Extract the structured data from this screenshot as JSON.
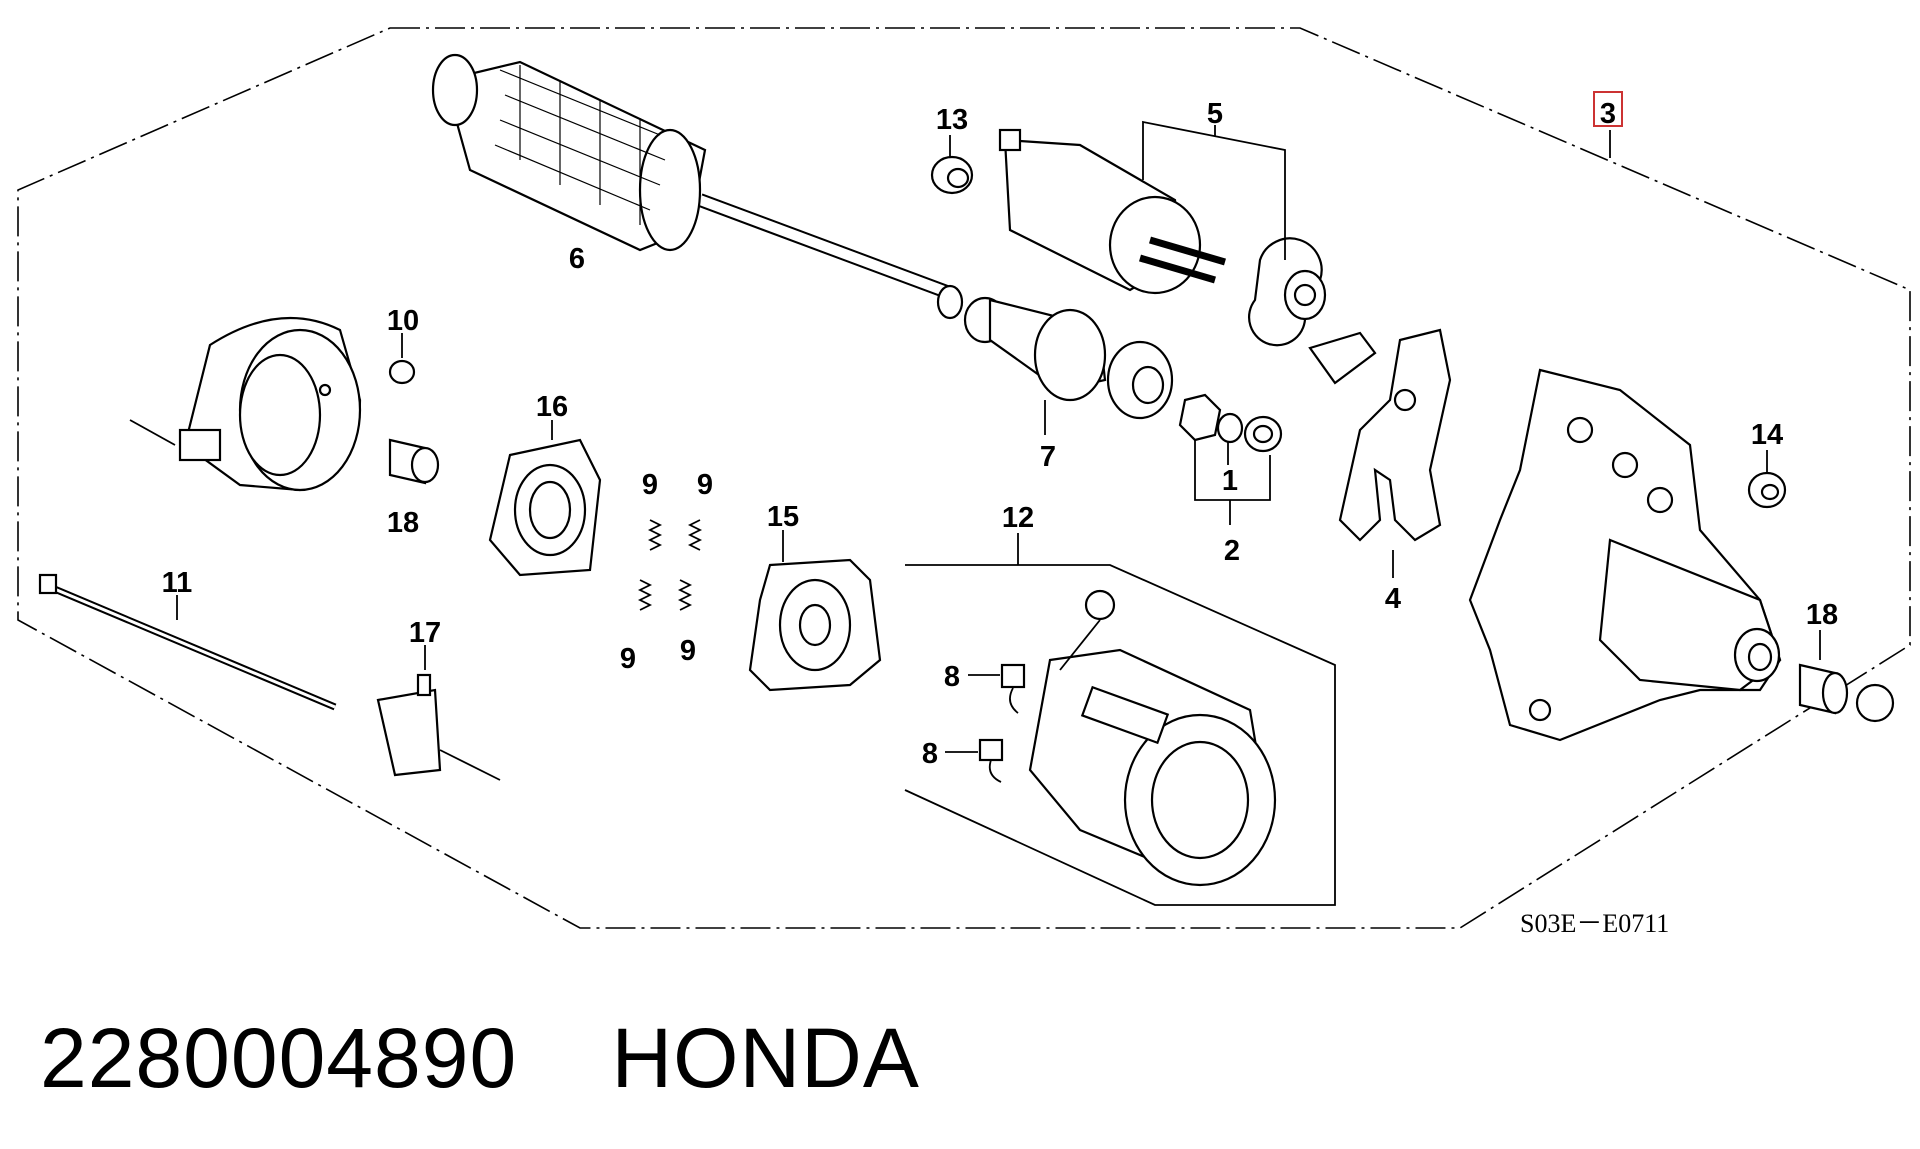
{
  "diagram_code": "S03E－E0711",
  "highlight_color": "#cc3333",
  "callouts": {
    "c1": "1",
    "c2": "2",
    "c3": "3",
    "c4": "4",
    "c5": "5",
    "c6": "6",
    "c7": "7",
    "c8a": "8",
    "c8b": "8",
    "c9a": "9",
    "c9b": "9",
    "c9c": "9",
    "c9d": "9",
    "c10": "10",
    "c11": "11",
    "c12": "12",
    "c13": "13",
    "c14": "14",
    "c15": "15",
    "c16": "16",
    "c17": "17",
    "c18a": "18",
    "c18b": "18"
  },
  "footer": {
    "part_number": "2280004890",
    "brand": "HONDA"
  }
}
